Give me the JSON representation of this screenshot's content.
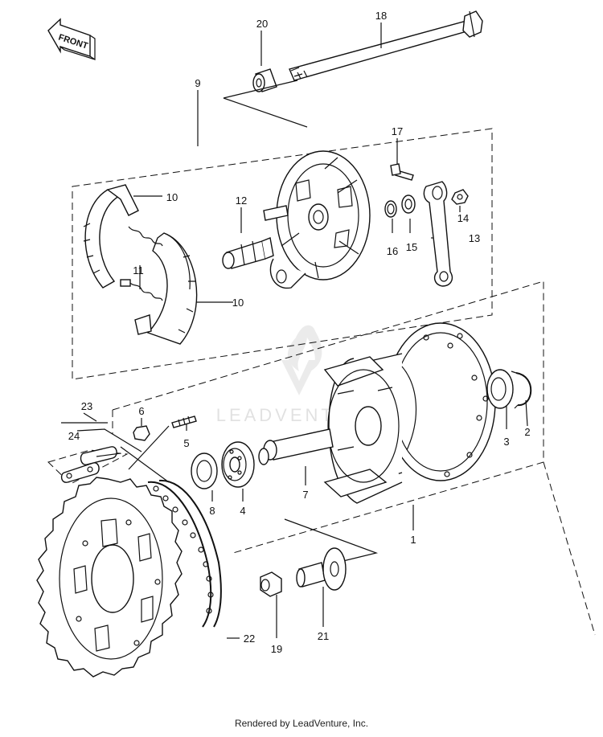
{
  "front_badge": "FRONT",
  "watermark": "LEADVENTURE",
  "footer": "Rendered by LeadVenture, Inc.",
  "callouts": {
    "c1": "1",
    "c2": "2",
    "c3": "3",
    "c4": "4",
    "c5": "5",
    "c6": "6",
    "c7": "7",
    "c8": "8",
    "c9": "9",
    "c10a": "10",
    "c10b": "10",
    "c11": "11",
    "c12": "12",
    "c13": "13",
    "c14": "14",
    "c15": "15",
    "c16": "16",
    "c17": "17",
    "c18": "18",
    "c19": "19",
    "c20": "20",
    "c21": "21",
    "c22": "22",
    "c23": "23",
    "c24": "24"
  }
}
